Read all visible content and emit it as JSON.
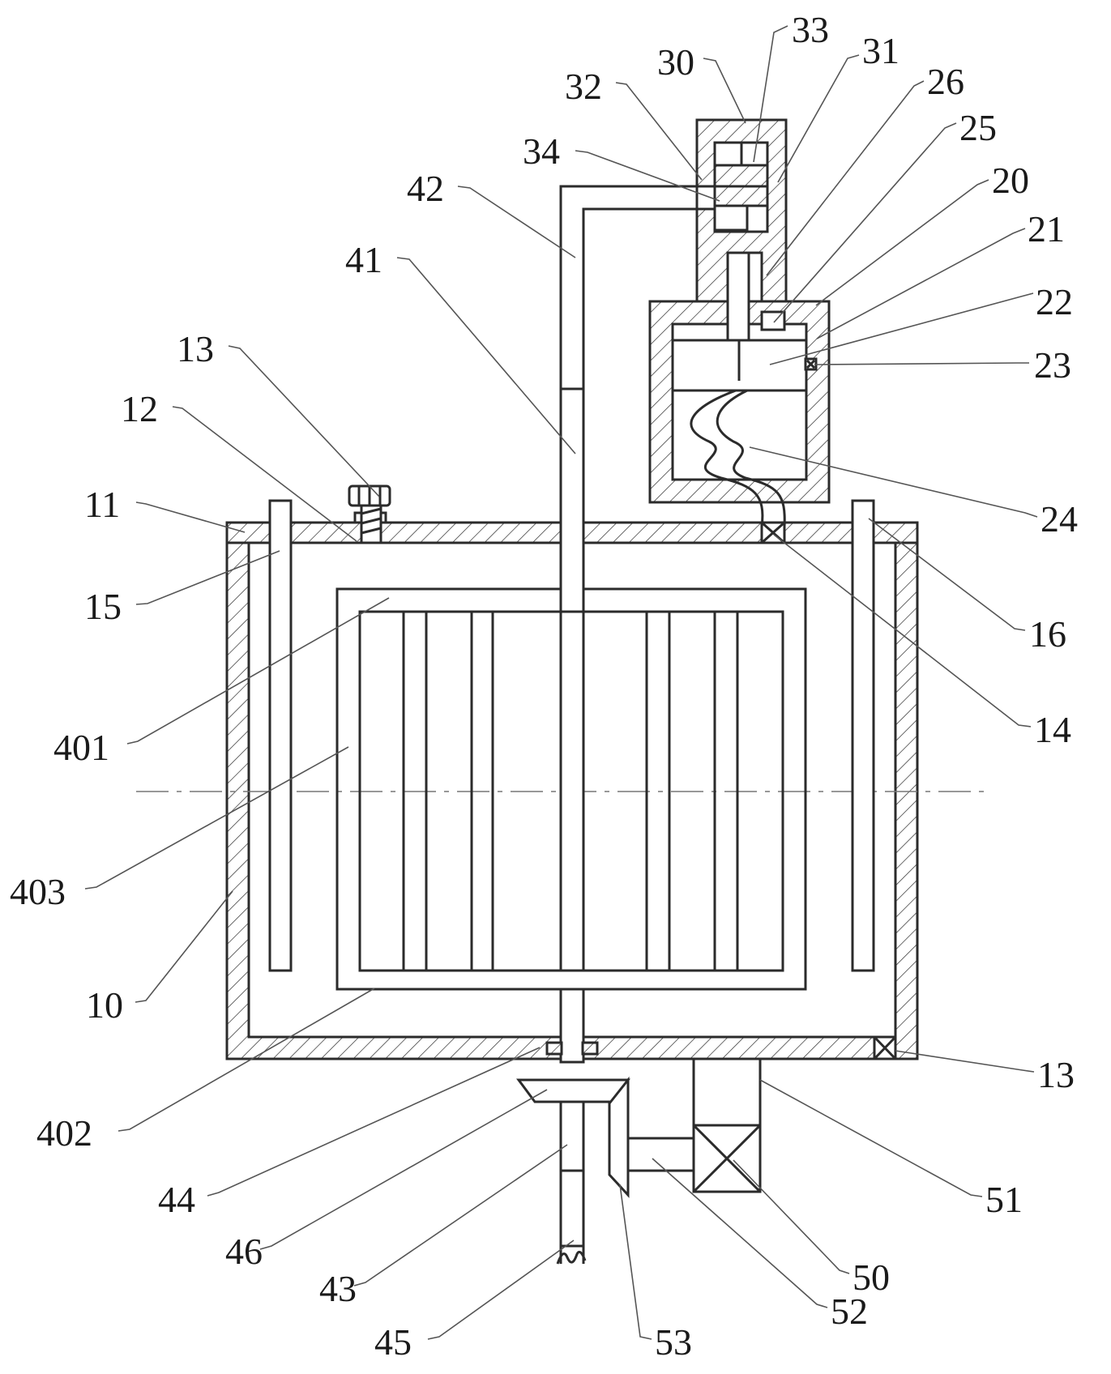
{
  "colors": {
    "line": "#2b2b2b",
    "leader": "#555555",
    "background": "#ffffff"
  },
  "labels": {
    "l33": "33",
    "l30": "30",
    "l31": "31",
    "l32": "32",
    "l26": "26",
    "l25": "25",
    "l34": "34",
    "l20": "20",
    "l42": "42",
    "l21": "21",
    "l41": "41",
    "l22": "22",
    "l13a": "13",
    "l23": "23",
    "l12": "12",
    "l11": "11",
    "l24": "24",
    "l15": "15",
    "l16": "16",
    "l401": "401",
    "l14": "14",
    "l403": "403",
    "l10": "10",
    "l13b": "13",
    "l402": "402",
    "l51": "51",
    "l44": "44",
    "l46": "46",
    "l50": "50",
    "l43": "43",
    "l52": "52",
    "l45": "45",
    "l53": "53"
  }
}
